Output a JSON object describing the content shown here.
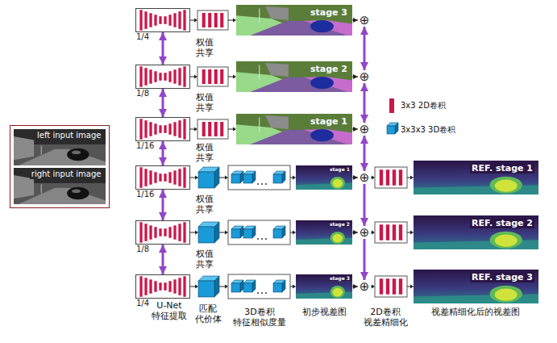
{
  "diagram": {
    "nodes": [
      {
        "text": []
      },
      {
        "text": [
          "left input image"
        ],
        "in": 0
      },
      {
        "text": [
          "right input image"
        ],
        "in": 0
      },
      {
        "text": [
          "1/4"
        ]
      },
      {
        "text": [
          "stage 3"
        ]
      },
      {
        "text": [
          "⊕"
        ]
      },
      {
        "text": [
          "1/8"
        ]
      },
      {
        "text": [
          "stage 2"
        ]
      },
      {
        "text": [
          "⊕"
        ]
      },
      {
        "text": [
          "1/16"
        ]
      },
      {
        "text": [
          "stage 1"
        ]
      },
      {
        "text": [
          "⊕"
        ]
      },
      {
        "text": [
          "1/16"
        ]
      },
      {
        "text": [
          "stage 1"
        ]
      },
      {
        "text": [
          "⊕"
        ]
      },
      {
        "text": [
          "REF. stage 1"
        ]
      },
      {
        "text": [
          "1/8"
        ]
      },
      {
        "text": [
          "stage 2"
        ]
      },
      {
        "text": [
          "⊕"
        ]
      },
      {
        "text": [
          "REF. stage 2"
        ]
      },
      {
        "text": [
          "1/4"
        ]
      },
      {
        "text": [
          "stage 3"
        ]
      },
      {
        "text": [
          "⊕"
        ]
      },
      {
        "text": [
          "REF. stage 3"
        ]
      }
    ],
    "edges": [
      {
        "from": 3,
        "to": 6,
        "arrow": "both",
        "label": "权值 共享"
      },
      {
        "from": 6,
        "to": 9,
        "arrow": "both",
        "label": "权值 共享"
      },
      {
        "from": 9,
        "to": 12,
        "arrow": "both",
        "label": "权值 共享"
      },
      {
        "from": 12,
        "to": 16,
        "arrow": "both",
        "label": "权值 共享"
      },
      {
        "from": 16,
        "to": 20,
        "arrow": "both",
        "label": "权值 共享"
      },
      {
        "from": 4,
        "to": 5,
        "arrow": "to"
      },
      {
        "from": 7,
        "to": 8,
        "arrow": "to"
      },
      {
        "from": 10,
        "to": 11,
        "arrow": "to"
      },
      {
        "from": 13,
        "to": 14,
        "arrow": "to"
      },
      {
        "from": 17,
        "to": 18,
        "arrow": "to"
      },
      {
        "from": 21,
        "to": 22,
        "arrow": "to"
      },
      {
        "from": 5,
        "to": 8,
        "arrow": "both"
      },
      {
        "from": 8,
        "to": 11,
        "arrow": "both"
      },
      {
        "from": 11,
        "to": 14,
        "arrow": "both"
      },
      {
        "from": 14,
        "to": 18,
        "arrow": "to"
      },
      {
        "from": 18,
        "to": 22,
        "arrow": "to"
      }
    ],
    "labels": [
      "U-Net 特征提取",
      "匹配 代价体",
      "3D卷积 特征相似度量",
      "初步视差图",
      "2D卷积 视差精细化",
      "视差精细化后的视差图"
    ],
    "legend": [
      {
        "text": "3x3 2D卷积",
        "color": "#c9184a"
      },
      {
        "text": "3x3x3 3D卷积"
      }
    ]
  }
}
